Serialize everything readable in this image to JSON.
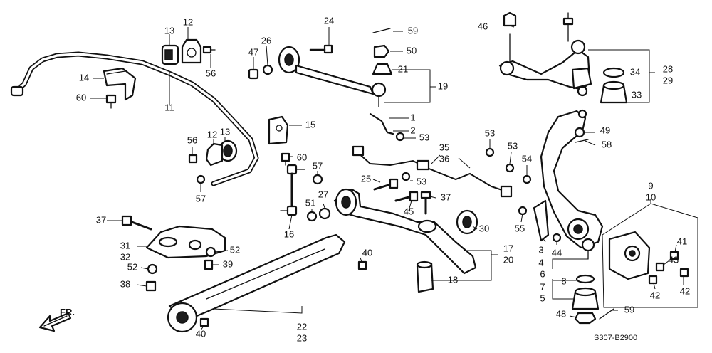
{
  "diagram": {
    "reference_code": "S307-B2900",
    "direction_label": "FR.",
    "callouts": [
      "1",
      "2",
      "3",
      "4",
      "5",
      "6",
      "7",
      "8",
      "9",
      "10",
      "11",
      "12",
      "12",
      "13",
      "13",
      "14",
      "15",
      "16",
      "17",
      "18",
      "19",
      "20",
      "21",
      "22",
      "23",
      "24",
      "25",
      "26",
      "27",
      "28",
      "29",
      "30",
      "31",
      "32",
      "33",
      "34",
      "35",
      "36",
      "37",
      "37",
      "38",
      "39",
      "40",
      "40",
      "41",
      "42",
      "42",
      "43",
      "44",
      "45",
      "46",
      "47",
      "48",
      "49",
      "50",
      "51",
      "52",
      "52",
      "53",
      "53",
      "53",
      "53",
      "54",
      "55",
      "56",
      "56",
      "57",
      "57",
      "58",
      "59",
      "59",
      "60",
      "60"
    ]
  }
}
